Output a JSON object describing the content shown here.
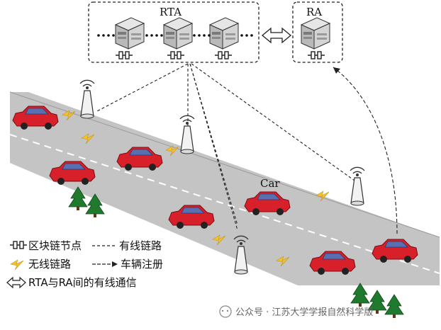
{
  "labels": {
    "rta": "RTA",
    "ra": "RA",
    "car": "Car"
  },
  "legend": {
    "blockchain_node": "区块链节点",
    "wired_link": "有线链路",
    "wireless_link": "无线链路",
    "vehicle_registration": "车辆注册",
    "rta_ra_wired": "RTA与RA间的有线通信"
  },
  "watermark": {
    "text": "公众号 · 江苏大学学报自然科学版"
  },
  "colors": {
    "car": "#d8202a",
    "road": "#bdbdbd",
    "lightning": "#f2c230",
    "tree": "#1f7a2e",
    "server": "#c8c8c8"
  }
}
